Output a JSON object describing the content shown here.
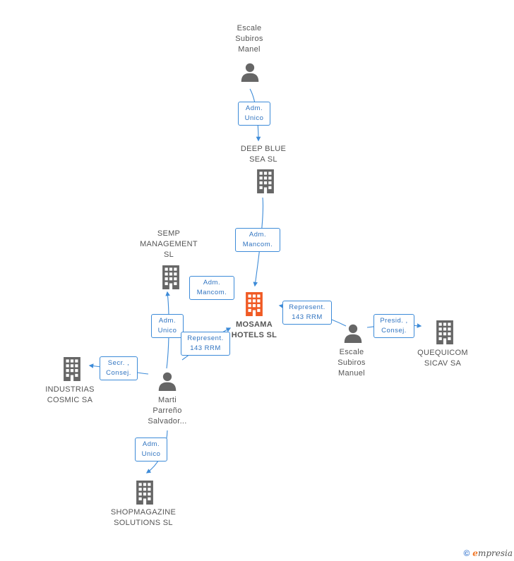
{
  "nodes": {
    "escale_top": "Escale\nSubiros\nManel",
    "deep_blue": "DEEP BLUE\nSEA SL",
    "semp": "SEMP\nMANAGEMENT\nSL",
    "mosama": "MOSAMA\nHOTELS SL",
    "escale_right": "Escale\nSubiros\nManuel",
    "quequicom": "QUEQUICOM\nSICAV SA",
    "industrias": "INDUSTRIAS\nCOSMIC SA",
    "marti": "Marti\nParreño\nSalvador...",
    "shopmagazine": "SHOPMAGAZINE\nSOLUTIONS  SL"
  },
  "roles": {
    "adm_unico_1": "Adm.\nUnico",
    "adm_mancom_1": "Adm.\nMancom.",
    "adm_mancom_2": "Adm.\nMancom.",
    "represent_1": "Represent.\n143 RRM",
    "presid_consej": "Presid. ,\nConsej.",
    "adm_unico_2": "Adm.\nUnico",
    "represent_2": "Represent.\n143 RRM",
    "secr_consej": "Secr. ,\nConsej.",
    "adm_unico_3": "Adm.\nUnico"
  },
  "footer": {
    "copyright": "©",
    "brand_e": "e",
    "brand_rest": "mpresia"
  },
  "colors": {
    "line": "#3d8bd8",
    "building": "#666666",
    "building_main": "#f05a24",
    "person": "#666666"
  }
}
